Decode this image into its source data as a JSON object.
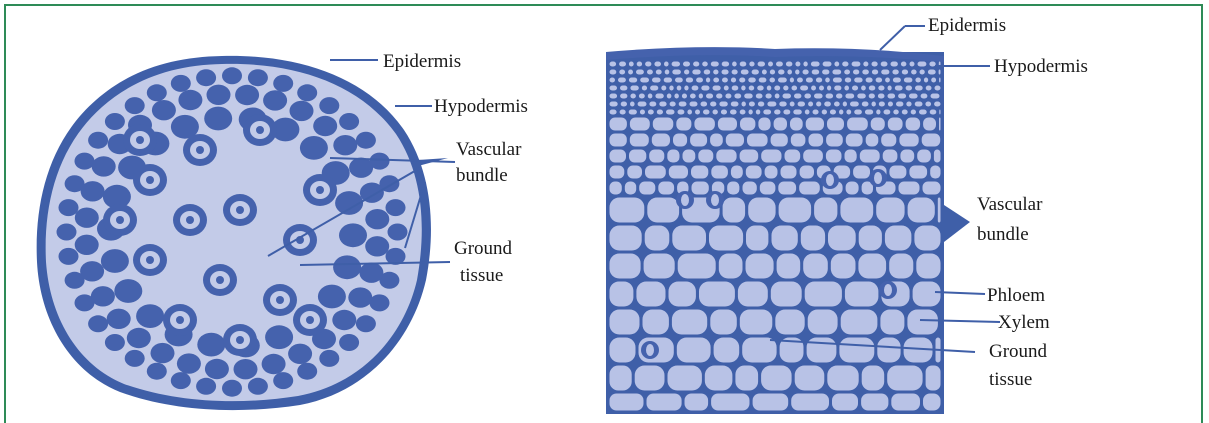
{
  "left_diagram": {
    "labels": {
      "epidermis": "Epidermis",
      "hypodermis": "Hypodermis",
      "vascular_line1": "Vascular",
      "vascular_line2": "bundle",
      "ground_line1": "Ground",
      "ground_line2": "tissue"
    }
  },
  "right_diagram": {
    "labels": {
      "epidermis": "Epidermis",
      "hypodermis": "Hypodermis",
      "vascular_line1": "Vascular",
      "vascular_line2": "bundle",
      "phloem": "Phloem",
      "xylem": "Xylem",
      "ground_line1": "Ground",
      "ground_line2": "tissue"
    }
  },
  "colors": {
    "outline": "#3f5fa8",
    "fill": "#c3cbe8",
    "cell_fill": "#b8c2e6",
    "dark": "#4562ad",
    "leader": "#3f5fa8",
    "frame": "#2e8b57"
  }
}
